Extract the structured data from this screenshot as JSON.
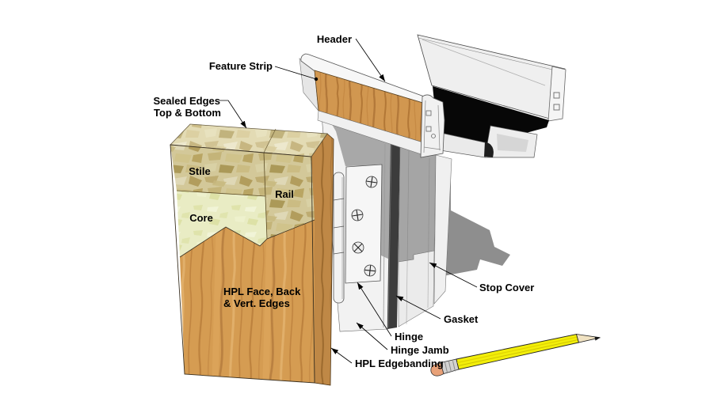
{
  "diagram": {
    "labels": {
      "header": "Header",
      "feature_strip": "Feature Strip",
      "sealed_edges_line1": "Sealed Edges",
      "sealed_edges_line2": "Top & Bottom",
      "stile": "Stile",
      "rail": "Rail",
      "core": "Core",
      "hpl_face_line1": "HPL Face, Back",
      "hpl_face_line2": "& Vert. Edges",
      "stop_cover": "Stop Cover",
      "gasket": "Gasket",
      "hinge": "Hinge",
      "hinge_jamb": "Hinge Jamb",
      "hpl_edgebanding": "HPL Edgebanding"
    },
    "colors": {
      "background": "#ffffff",
      "label_text": "#000000",
      "osb": "#dcd2a2",
      "core_board": "#e9ecc4",
      "hpl_wood": "#d59c52",
      "edgeband": "#bf8846",
      "feature_wood": "#d19750",
      "frame_white": "#f2f2f2",
      "gasket": "#3c3c3c",
      "cast_shadow": "#8e8e8e",
      "extrusion_interior": "#070707",
      "pencil_yellow": "#f2ee0a",
      "pencil_eraser": "#e8a178",
      "pencil_ferrule": "#d2d2d2"
    }
  }
}
